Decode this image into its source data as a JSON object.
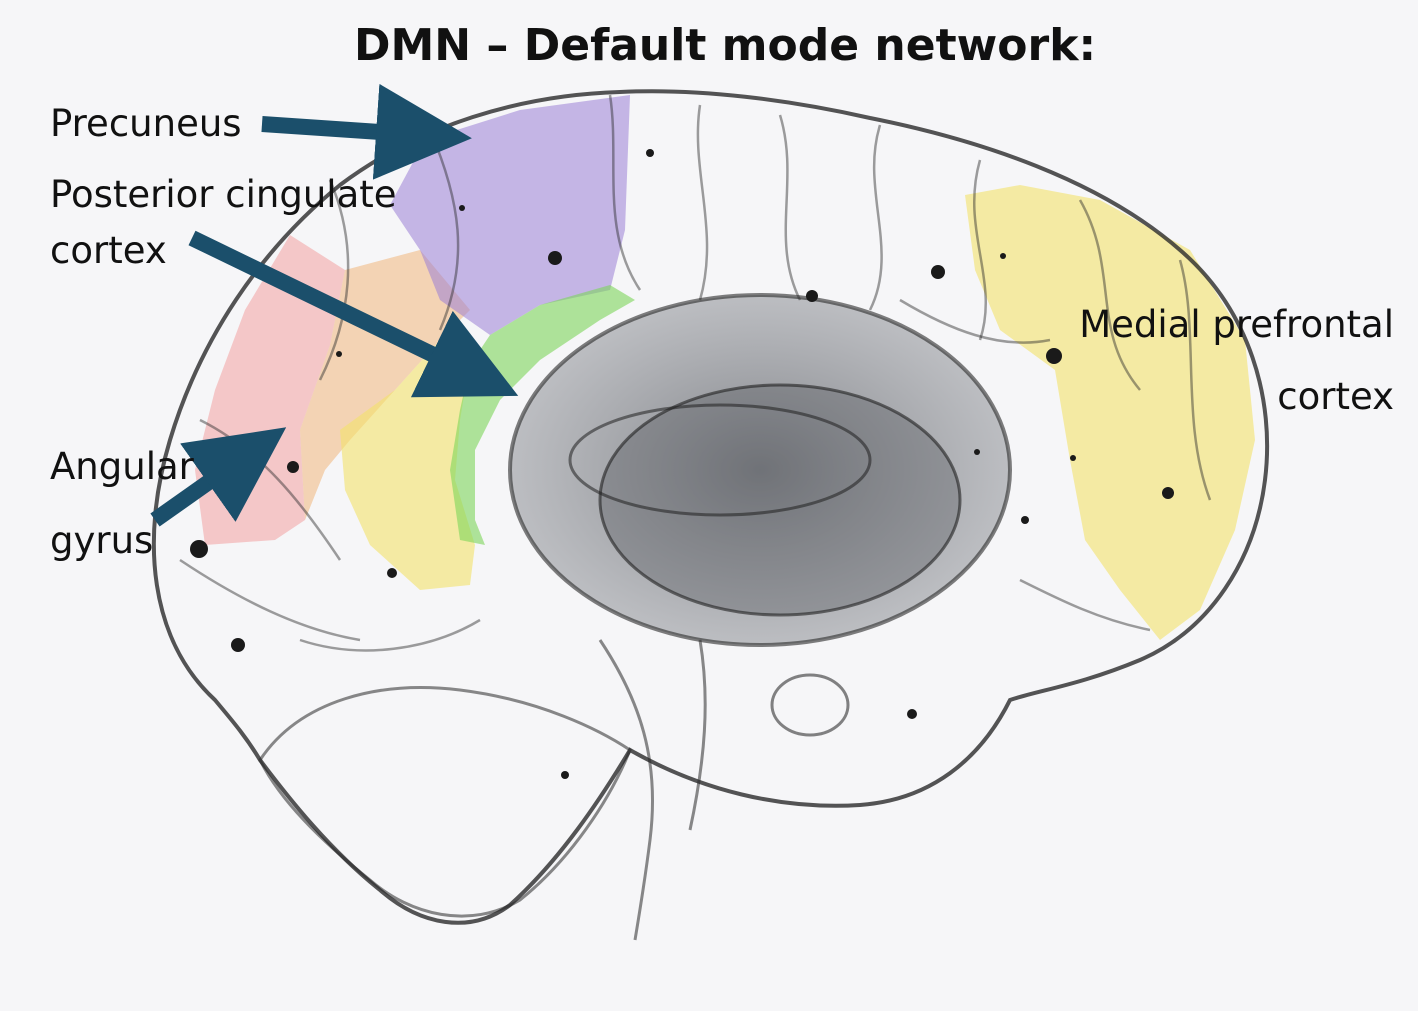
{
  "figure": {
    "title": "DMN – Default mode network:"
  },
  "regions": {
    "precuneus": {
      "label": "Precuneus",
      "color": "#9b7fd6"
    },
    "posterior_cingulate": {
      "label_line1": "Posterior cingulate",
      "label_line2": "cortex",
      "color": "#7dd65a"
    },
    "angular_gyrus": {
      "label_line1": "Angular",
      "label_line2": "gyrus",
      "color": "#f2a0a0"
    },
    "medial_prefrontal": {
      "label_line1": "Medial prefrontal",
      "label_line2": "cortex",
      "color": "#f3e36a"
    }
  },
  "colors": {
    "arrow": "#1b4f6b",
    "brain_outline": "#2a2a2a",
    "background": "#f6f6f8",
    "parietal_orange": "#f0b070",
    "parietal_yellow": "#f3e36a"
  }
}
